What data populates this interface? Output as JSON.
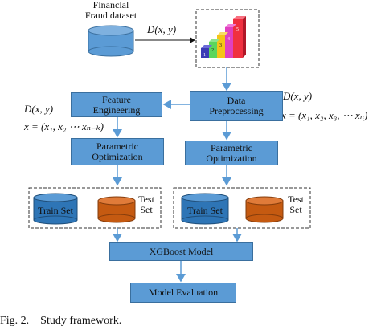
{
  "dataset": {
    "title_line1": "Financial",
    "title_line2": "Fraud dataset"
  },
  "top_arrow_label": "D(x, y)",
  "left_math": {
    "line1": "D(x, y)",
    "line2": "x = (x₁, x₂ ⋯ xₙ₋ₖ)"
  },
  "right_math": {
    "line1": "D(x, y)",
    "line2": "x = (x₁, x₂, x₃, ⋯ xₙ)"
  },
  "boxes": {
    "feature_engineering": "Feature Engineering",
    "data_preprocessing": "Data Preprocessing",
    "param_opt_left": "Parametric Optimization",
    "param_opt_right": "Parametric Optimization",
    "xgboost": "XGBoost Model",
    "model_evaluation": "Model Evaluation"
  },
  "sets": {
    "left_train": "Train Set",
    "left_test_line1": "Test",
    "left_test_line2": "Set",
    "right_train": "Train Set",
    "right_test_line1": "Test",
    "right_test_line2": "Set"
  },
  "chart_icon_labels": [
    "1",
    "2",
    "3",
    "4",
    "5"
  ],
  "caption": "Fig. 2.    Study framework.",
  "colors": {
    "box_fill": "#5b9bd5",
    "box_border": "#3a6f9e",
    "train_cylinder": "#2e75b6",
    "test_cylinder": "#c55a11",
    "arrow": "#5b9bd5"
  }
}
